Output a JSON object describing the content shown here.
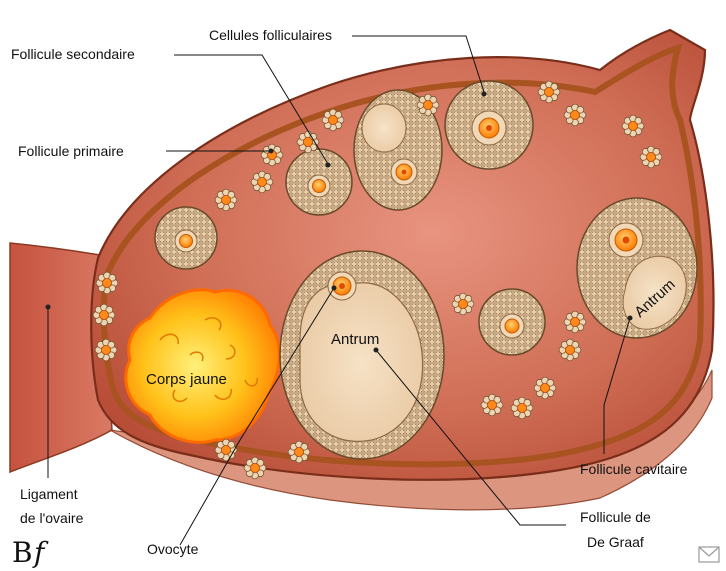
{
  "labels": {
    "cellules_folliculaires": "Cellules folliculaires",
    "follicule_secondaire": "Follicule secondaire",
    "follicule_primaire": "Follicule primaire",
    "corps_jaune": "Corps jaune",
    "antrum_center": "Antrum",
    "antrum_right": "Antrum",
    "follicule_cavitaire": "Follicule cavitaire",
    "ligament_line1": "Ligament",
    "ligament_line2": "de l'ovaire",
    "ovocyte": "Ovocyte",
    "graaf_line1": "Follicule de",
    "graaf_line2": "De Graaf"
  },
  "logo": {
    "letter_b": "B",
    "letter_f": "f"
  },
  "icons": {
    "corner": "envelope-icon"
  },
  "colors": {
    "ovary_fill": "#c4573f",
    "ovary_edge": "#8a3a22",
    "cortex_band": "#b25a22",
    "ligament": "#cf6a55",
    "granulosa": "#e8cfae",
    "antrum": "#efd6b4",
    "oocyte": "#ff8a00",
    "corpus_luteum": "#ffb000"
  }
}
